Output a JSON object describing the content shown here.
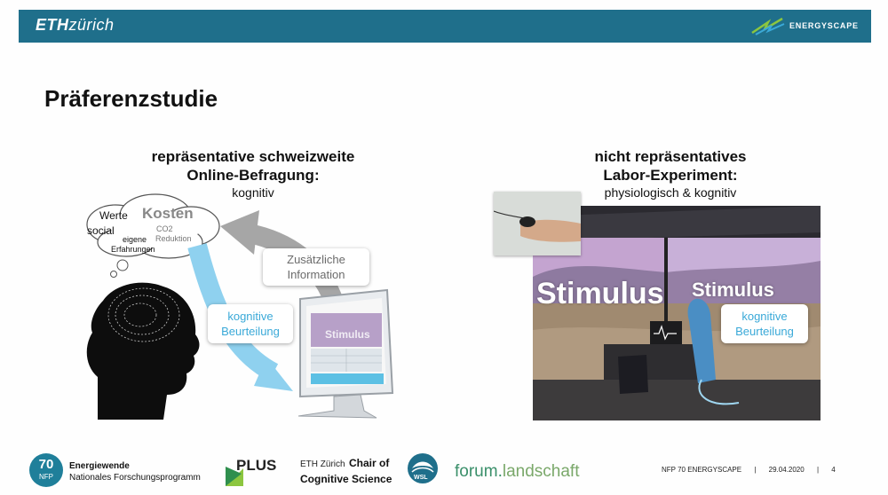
{
  "header": {
    "eth_logo": "ETH",
    "eth_logo_rest": "zürich",
    "energyscape_label": "ENERGYSCAPE"
  },
  "slide": {
    "title": "Präferenzstudie"
  },
  "left": {
    "heading_line1": "repräsentative schweizweite",
    "heading_line2": "Online-Befragung:",
    "subheading": "kognitiv",
    "cloud": {
      "werte": "Werte",
      "kosten": "Kosten",
      "co2": "CO2",
      "reduktion": "Reduktion",
      "social": "social",
      "eigene": "eigene",
      "erfahrungen": "Erfahrungen"
    },
    "callout_info_line1": "Zusätzliche",
    "callout_info_line2": "Information",
    "callout_blue_line1": "kognitive",
    "callout_blue_line2": "Beurteilung",
    "screen_text": "Stimulus"
  },
  "right": {
    "heading_line1": "nicht repräsentatives",
    "heading_line2": "Labor-Experiment:",
    "subheading": "physiologisch & kognitiv",
    "stimulus_1": "Stimulus",
    "stimulus_2": "Stimulus",
    "callout_line1": "kognitive",
    "callout_line2": "Beurteilung"
  },
  "footer": {
    "nfp_number": "70",
    "nfp_sub": "NFP",
    "nfp_line1": "Energiewende",
    "nfp_line2": "Nationales Forschungsprogramm",
    "plus": "PLUS",
    "eth_small": "ETH Zürich",
    "chair_line1": "Chair of",
    "chair_line2": "Cognitive Science",
    "wsl": "WSL",
    "forum_a": "forum.",
    "forum_b": "landschaft",
    "meta_project": "NFP 70 ENERGYSCAPE",
    "meta_date": "29.04.2020",
    "meta_page": "4"
  },
  "colors": {
    "header_bar": "#1f6f8b",
    "accent_blue": "#3aa9d8",
    "gray_arrow": "#9a9a9a"
  }
}
